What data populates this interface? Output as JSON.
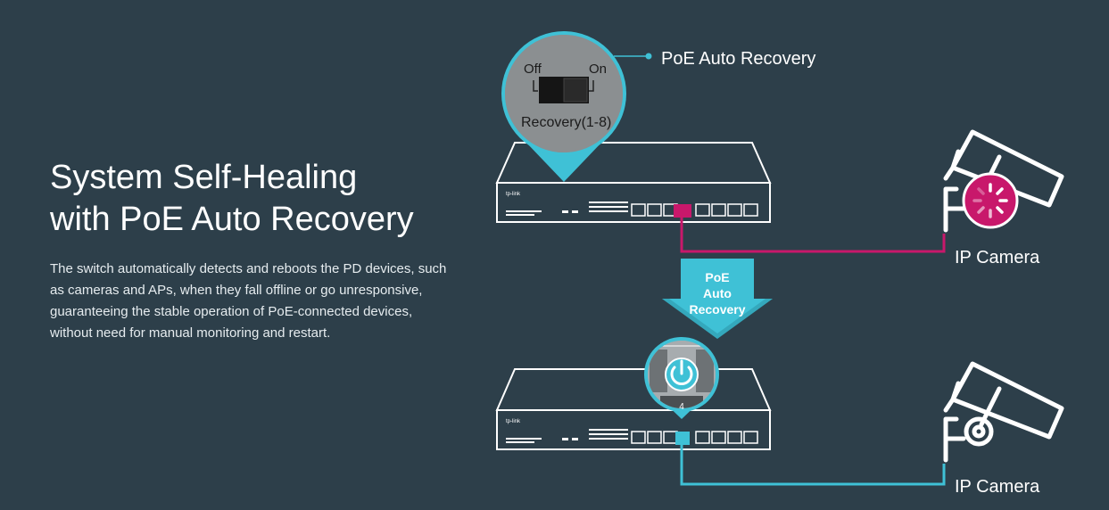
{
  "heading": {
    "line1": "System Self-Healing",
    "line2": "with PoE Auto Recovery"
  },
  "description": "The switch automatically detects and reboots the PD devices, such as cameras and APs, when they fall offline or go unresponsive, guaranteeing the stable operation of PoE-connected devices, without need for manual monitoring and restart.",
  "diagram": {
    "callout_label": "PoE Auto Recovery",
    "switch_off": "Off",
    "switch_on": "On",
    "switch_caption": "Recovery(1-8)",
    "brand": "tp-link",
    "arrow_line1": "PoE",
    "arrow_line2": "Auto",
    "arrow_line3": "Recovery",
    "port_number": "4",
    "camera_top_label": "IP Camera",
    "camera_bottom_label": "IP Camera"
  },
  "colors": {
    "background": "#2d3f4a",
    "accent_teal": "#3fc1d6",
    "fault_magenta": "#c8186b",
    "switch_outline": "#ffffff"
  }
}
